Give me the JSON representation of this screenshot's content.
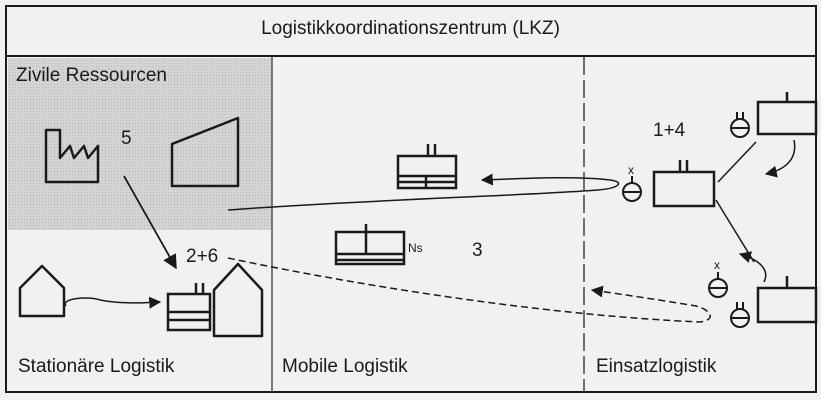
{
  "title": "Logistikkoordinationszentrum (LKZ)",
  "sections": {
    "civil": "Zivile Ressourcen",
    "stationary": "Stationäre Logistik",
    "mobile": "Mobile Logistik",
    "deployment": "Einsatzlogistik"
  },
  "labels": {
    "five": "5",
    "one_plus_four": "1+4",
    "two_plus_six": "2+6",
    "three": "3",
    "ns": "Ns",
    "x_upper": "x",
    "x_lower": "x"
  },
  "colors": {
    "background": "#f1f1f1",
    "shaded_region": "#d2d2d2",
    "line": "#1a1a1a"
  }
}
